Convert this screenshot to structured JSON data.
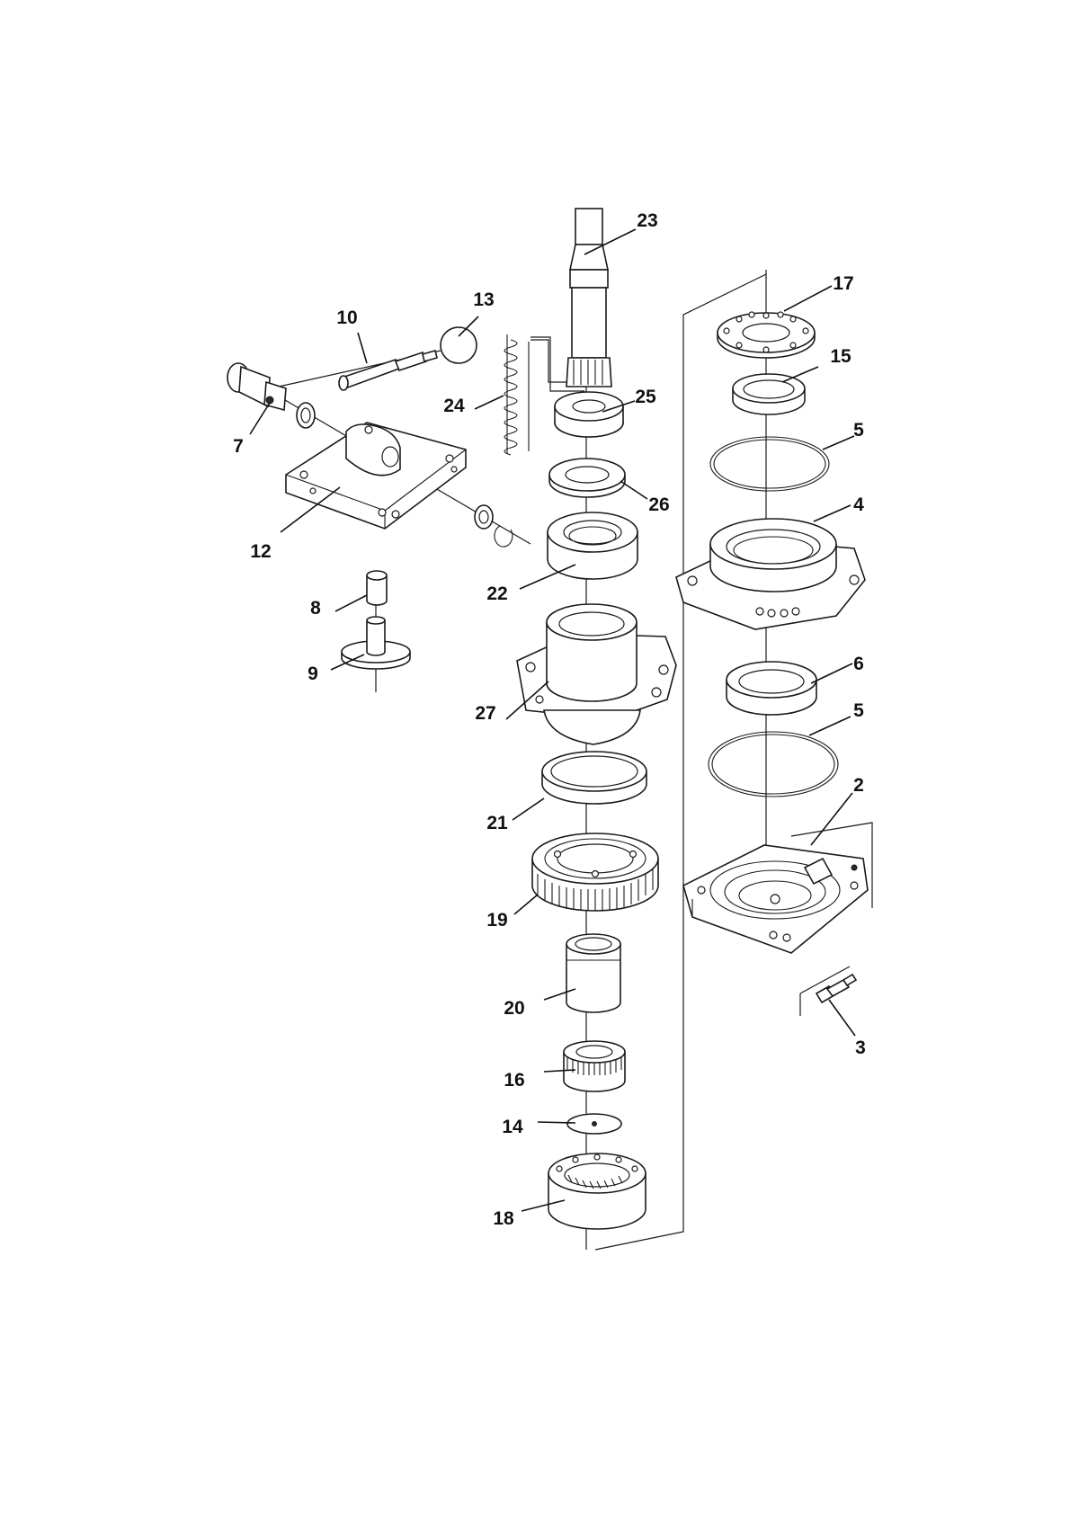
{
  "callouts": [
    {
      "id": "c23",
      "label": "23"
    },
    {
      "id": "c17",
      "label": "17"
    },
    {
      "id": "c13",
      "label": "13"
    },
    {
      "id": "c10",
      "label": "10"
    },
    {
      "id": "c15",
      "label": "15"
    },
    {
      "id": "c24",
      "label": "24"
    },
    {
      "id": "c25",
      "label": "25"
    },
    {
      "id": "c7",
      "label": "7"
    },
    {
      "id": "c5a",
      "label": "5"
    },
    {
      "id": "c26",
      "label": "26"
    },
    {
      "id": "c4",
      "label": "4"
    },
    {
      "id": "c12",
      "label": "12"
    },
    {
      "id": "c22",
      "label": "22"
    },
    {
      "id": "c8",
      "label": "8"
    },
    {
      "id": "c6",
      "label": "6"
    },
    {
      "id": "c9",
      "label": "9"
    },
    {
      "id": "c27",
      "label": "27"
    },
    {
      "id": "c5b",
      "label": "5"
    },
    {
      "id": "c2",
      "label": "2"
    },
    {
      "id": "c21",
      "label": "21"
    },
    {
      "id": "c19",
      "label": "19"
    },
    {
      "id": "c20",
      "label": "20"
    },
    {
      "id": "c3",
      "label": "3"
    },
    {
      "id": "c16",
      "label": "16"
    },
    {
      "id": "c14",
      "label": "14"
    },
    {
      "id": "c18",
      "label": "18"
    }
  ]
}
